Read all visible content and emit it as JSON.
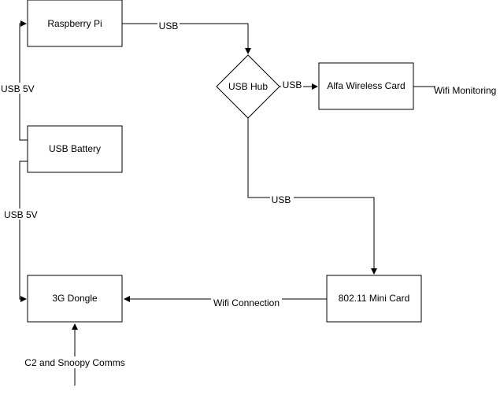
{
  "nodes": {
    "raspberry_pi": "Raspberry Pi",
    "usb_hub": "USB Hub",
    "alfa_card": "Alfa Wireless Card",
    "usb_battery": "USB Battery",
    "dongle_3g": "3G Dongle",
    "mini_card": "802.11 Mini Card"
  },
  "edges": {
    "pi_to_hub": "USB",
    "hub_to_alfa": "USB",
    "alfa_output": "Wifi Monitoring",
    "battery_to_pi": "USB 5V",
    "battery_to_dongle": "USB 5V",
    "hub_to_mini": "USB",
    "mini_to_dongle": "Wifi Connection",
    "comms_to_dongle": "C2 and Snoopy Comms"
  },
  "colors": {
    "stroke": "#000000",
    "background": "#ffffff"
  }
}
